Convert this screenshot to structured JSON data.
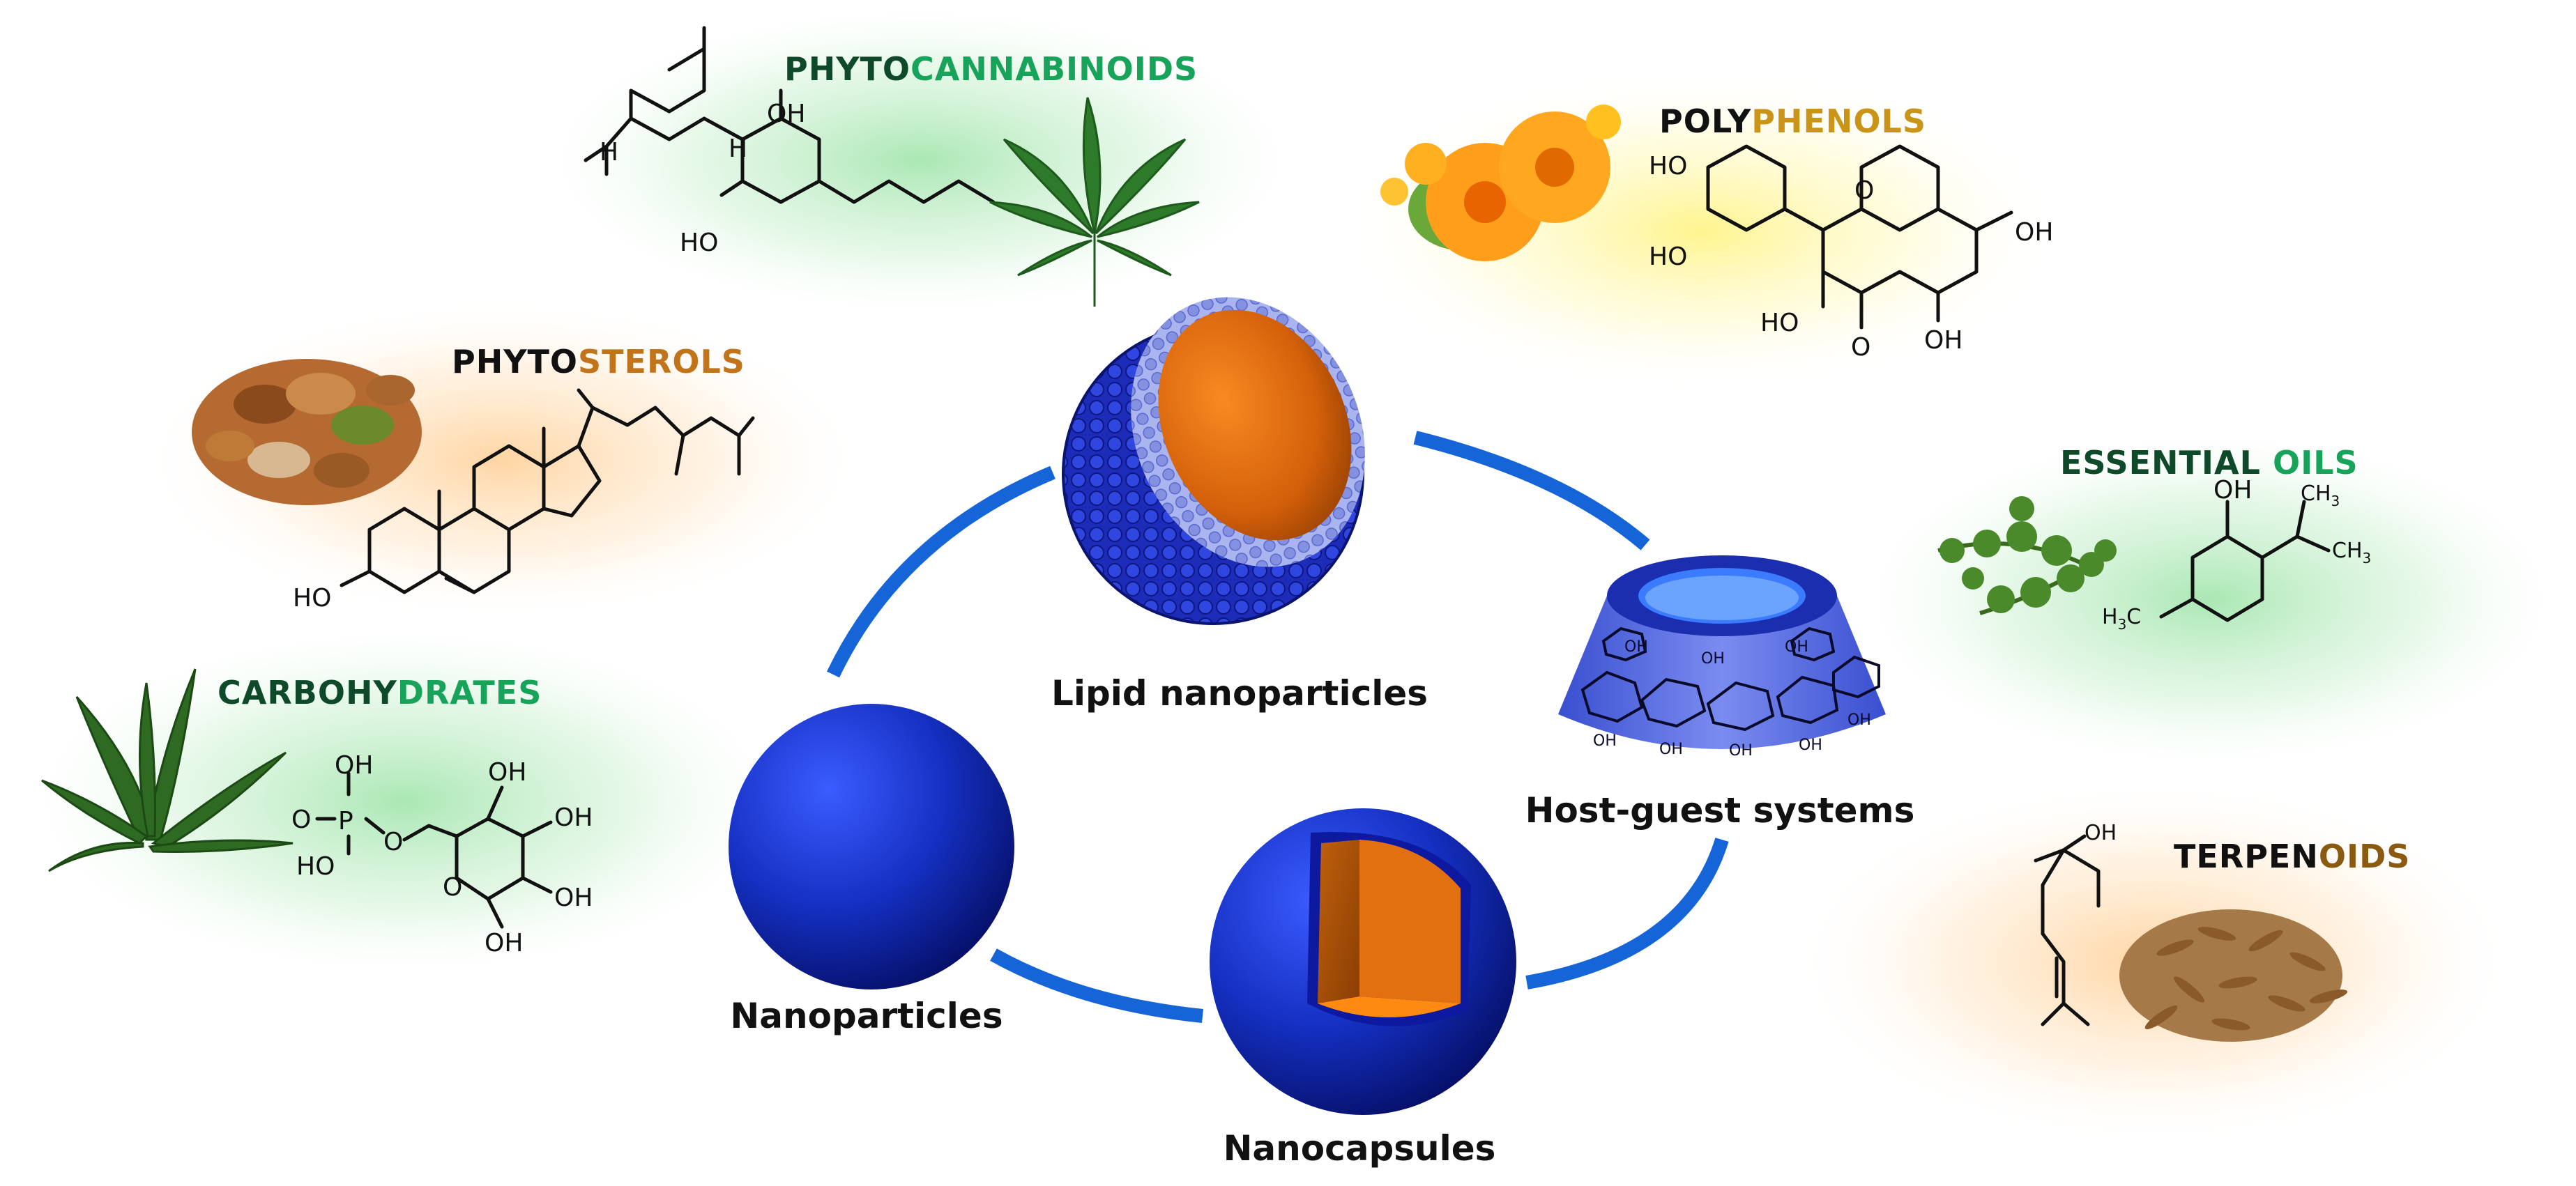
{
  "nanocarriers": {
    "lipid": "Lipid nanoparticles",
    "hostguest": "Host-guest systems",
    "nanocapsules": "Nanocapsules",
    "nanoparticles": "Nanoparticles"
  },
  "groups": {
    "phytocannabinoids": {
      "title_a": "PHYTO",
      "title_b": "CANNABINOIDS"
    },
    "polyphenols": {
      "title_a": "POLY",
      "title_b": "PHENOLS"
    },
    "phytosterols": {
      "title_a": "PHYTO",
      "title_b": "STEROLS"
    },
    "essential_oils": {
      "title_a": "ESSENTIAL",
      "title_b": " OILS"
    },
    "carbohydrates": {
      "title_a": "CARBOHY",
      "title_b": "DRATES"
    },
    "terpenoids": {
      "title_a": "TERPEN",
      "title_b": "OIDS"
    }
  },
  "chem_labels": {
    "oh": "OH",
    "ho": "HO",
    "h": "H",
    "o": "O",
    "p": "P",
    "ch3": "CH",
    "h3c": "H",
    "sub3": "3",
    "c": "C"
  },
  "colors": {
    "nano_blue": "#1d36c8",
    "core_orange": "#e46a0a",
    "ring_blue": "#1565d8",
    "green_title": "#1b6e3c",
    "brown_title": "#7a5a12"
  }
}
